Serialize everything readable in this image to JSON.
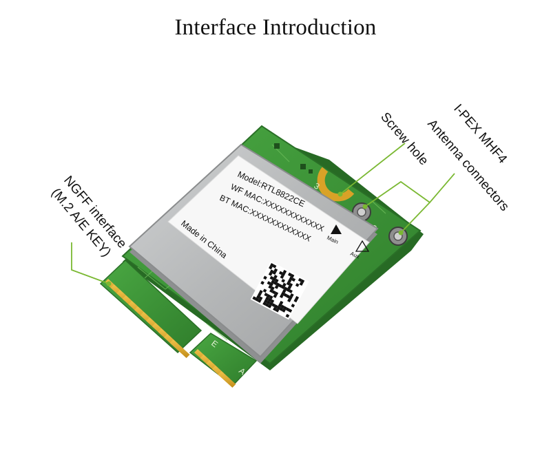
{
  "title": "Interface Introduction",
  "labels": {
    "ngff_line1": "NGFF interface",
    "ngff_line2": "(M.2 A/E KEY)",
    "screw_hole": "Screw hole",
    "ipex_line1": "I-PEX MHF4",
    "ipex_line2": "Antenna connectors"
  },
  "sticker": {
    "model": "Model:RTL8822CE",
    "wf_mac": "WF MAC:XXXXXXXXXXXX",
    "bt_mac": "BT MAC:XXXXXXXXXXXX",
    "origin": "Made in China",
    "main": "Main",
    "aux": "Aux"
  },
  "silkscreen": {
    "hole_num": "3",
    "conn_num": "2",
    "key_letter": "E",
    "key_left": "A"
  },
  "colors": {
    "pcb": "#3f9a3a",
    "pcb_dark": "#2f7a2c",
    "shield": "#b9bbbc",
    "gold": "#d9a227",
    "callout_line": "#7ab832"
  }
}
